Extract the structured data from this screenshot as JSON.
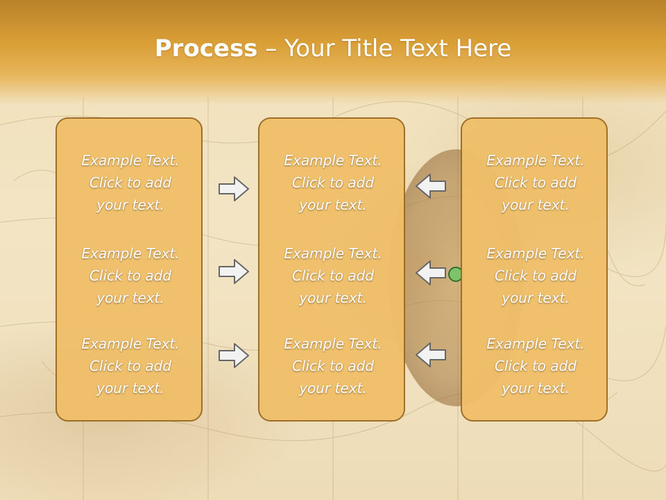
{
  "slide": {
    "title_bold": "Process",
    "title_rest": " – Your Title Text Here",
    "columns": [
      {
        "items": [
          {
            "line1": "Example Text.",
            "line2": "Click  to add",
            "line3": "your text."
          },
          {
            "line1": "Example Text.",
            "line2": "Click  to add",
            "line3": "your text."
          },
          {
            "line1": "Example Text.",
            "line2": "Click  to add",
            "line3": "your text."
          }
        ]
      },
      {
        "items": [
          {
            "line1": "Example Text.",
            "line2": "Click  to add",
            "line3": "your text."
          },
          {
            "line1": "Example Text.",
            "line2": "Click  to add",
            "line3": "your text."
          },
          {
            "line1": "Example Text.",
            "line2": "Click  to add",
            "line3": "your text."
          }
        ]
      },
      {
        "items": [
          {
            "line1": "Example Text.",
            "line2": "Click  to add",
            "line3": "your text."
          },
          {
            "line1": "Example Text.",
            "line2": "Click  to add",
            "line3": "your text."
          },
          {
            "line1": "Example Text.",
            "line2": "Click  to add",
            "line3": "your text."
          }
        ]
      }
    ],
    "arrows_left_to_center": [
      "arrow-right-icon",
      "arrow-right-icon",
      "arrow-right-icon"
    ],
    "arrows_right_to_center": [
      "arrow-left-icon",
      "arrow-left-icon",
      "arrow-left-icon"
    ]
  },
  "colors": {
    "title_band": "#d99e35",
    "box_fill": "#f0bf6a",
    "box_border": "#9a6b22",
    "text": "#ffffff",
    "arrow_fill": "#f2f2f2",
    "arrow_stroke": "#666666"
  },
  "background": {
    "theme": "antique-map-with-compass"
  }
}
